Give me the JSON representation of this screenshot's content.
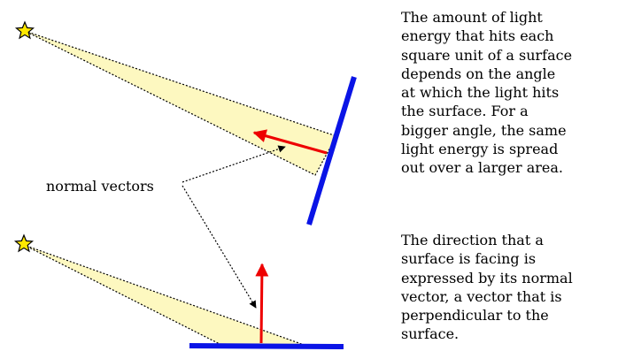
{
  "diagram": {
    "label": "normal vectors",
    "colors": {
      "beam_fill": "#fdf8c0",
      "surface": "#0a14e6",
      "normal": "#ee0000",
      "star": "#ffe800"
    },
    "icons": [
      "star-icon",
      "star-icon"
    ]
  },
  "text": {
    "paragraph1": [
      "The amount of light",
      "energy that hits each",
      "square unit of a surface",
      "depends on the angle",
      "at which the light hits",
      "the surface.  For a",
      "bigger angle, the same",
      "light energy is spread",
      "out over a larger area."
    ],
    "paragraph2": [
      "The direction that a",
      "surface is facing is",
      "expressed by its normal",
      "vector, a vector that is",
      "perpendicular to the",
      "surface."
    ]
  }
}
